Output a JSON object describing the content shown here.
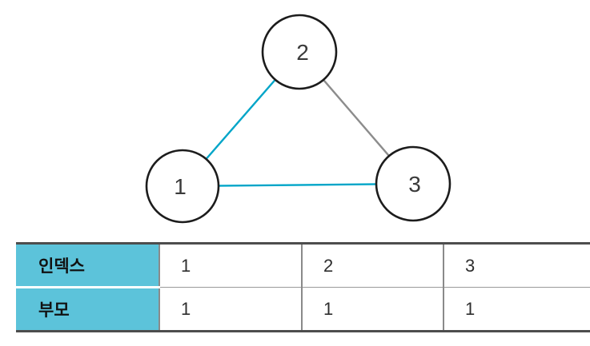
{
  "graph": {
    "nodes": [
      {
        "id": "1",
        "label": "1"
      },
      {
        "id": "2",
        "label": "2"
      },
      {
        "id": "3",
        "label": "3"
      }
    ],
    "edges": [
      {
        "from": "1",
        "to": "2",
        "color": "#00a5c8"
      },
      {
        "from": "2",
        "to": "3",
        "color": "#8c8c8c"
      },
      {
        "from": "1",
        "to": "3",
        "color": "#00a5c8"
      }
    ],
    "edge_accent_color": "#00a5c8",
    "edge_neutral_color": "#8c8c8c",
    "node_stroke_color": "#1c1c1c"
  },
  "table": {
    "header_bg_color": "#5cc3da",
    "rows": [
      {
        "header": "인덱스",
        "cells": [
          "1",
          "2",
          "3"
        ]
      },
      {
        "header": "부모",
        "cells": [
          "1",
          "1",
          "1"
        ]
      }
    ]
  }
}
